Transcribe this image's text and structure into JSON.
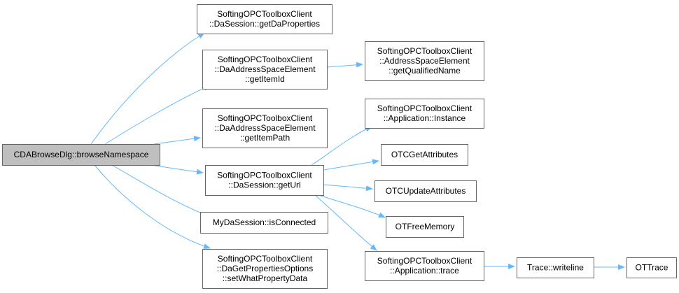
{
  "colors": {
    "edge": "#63b8ff",
    "node_border": "#666666",
    "node_fill": "#ffffff",
    "root_fill": "#bfbfbf"
  },
  "nodes": [
    {
      "id": "root",
      "lines": [
        "CDABrowseDlg::browseNamespace"
      ]
    },
    {
      "id": "getdaproperties",
      "lines": [
        "SoftingOPCToolboxClient",
        "::DaSession::getDaProperties"
      ]
    },
    {
      "id": "getitemid",
      "lines": [
        "SoftingOPCToolboxClient",
        "::DaAddressSpaceElement",
        "::getItemId"
      ]
    },
    {
      "id": "getqualifiedname",
      "lines": [
        "SoftingOPCToolboxClient",
        "::AddressSpaceElement",
        "::getQualifiedName"
      ]
    },
    {
      "id": "getitempath",
      "lines": [
        "SoftingOPCToolboxClient",
        "::DaAddressSpaceElement",
        "::getItemPath"
      ]
    },
    {
      "id": "instance",
      "lines": [
        "SoftingOPCToolboxClient",
        "::Application::Instance"
      ]
    },
    {
      "id": "geturl",
      "lines": [
        "SoftingOPCToolboxClient",
        "::DaSession::getUrl"
      ]
    },
    {
      "id": "otcgetattributes",
      "lines": [
        "OTCGetAttributes"
      ]
    },
    {
      "id": "otcupdateattributes",
      "lines": [
        "OTCUpdateAttributes"
      ]
    },
    {
      "id": "otfreememory",
      "lines": [
        "OTFreeMemory"
      ]
    },
    {
      "id": "isconnected",
      "lines": [
        "MyDaSession::isConnected"
      ]
    },
    {
      "id": "setwhatpropertydata",
      "lines": [
        "SoftingOPCToolboxClient",
        "::DaGetPropertiesOptions",
        "::setWhatPropertyData"
      ]
    },
    {
      "id": "apptrace",
      "lines": [
        "SoftingOPCToolboxClient",
        "::Application::trace"
      ]
    },
    {
      "id": "writeline",
      "lines": [
        "Trace::writeline"
      ]
    },
    {
      "id": "ottrace",
      "lines": [
        "OTTrace"
      ]
    }
  ],
  "edges": [
    {
      "from": "root",
      "to": "getdaproperties"
    },
    {
      "from": "root",
      "to": "getitemid"
    },
    {
      "from": "root",
      "to": "getitempath"
    },
    {
      "from": "root",
      "to": "geturl"
    },
    {
      "from": "root",
      "to": "isconnected"
    },
    {
      "from": "root",
      "to": "setwhatpropertydata"
    },
    {
      "from": "getitemid",
      "to": "getqualifiedname"
    },
    {
      "from": "geturl",
      "to": "instance"
    },
    {
      "from": "geturl",
      "to": "otcgetattributes"
    },
    {
      "from": "geturl",
      "to": "otcupdateattributes"
    },
    {
      "from": "geturl",
      "to": "otfreememory"
    },
    {
      "from": "geturl",
      "to": "apptrace"
    },
    {
      "from": "apptrace",
      "to": "writeline"
    },
    {
      "from": "writeline",
      "to": "ottrace"
    }
  ]
}
